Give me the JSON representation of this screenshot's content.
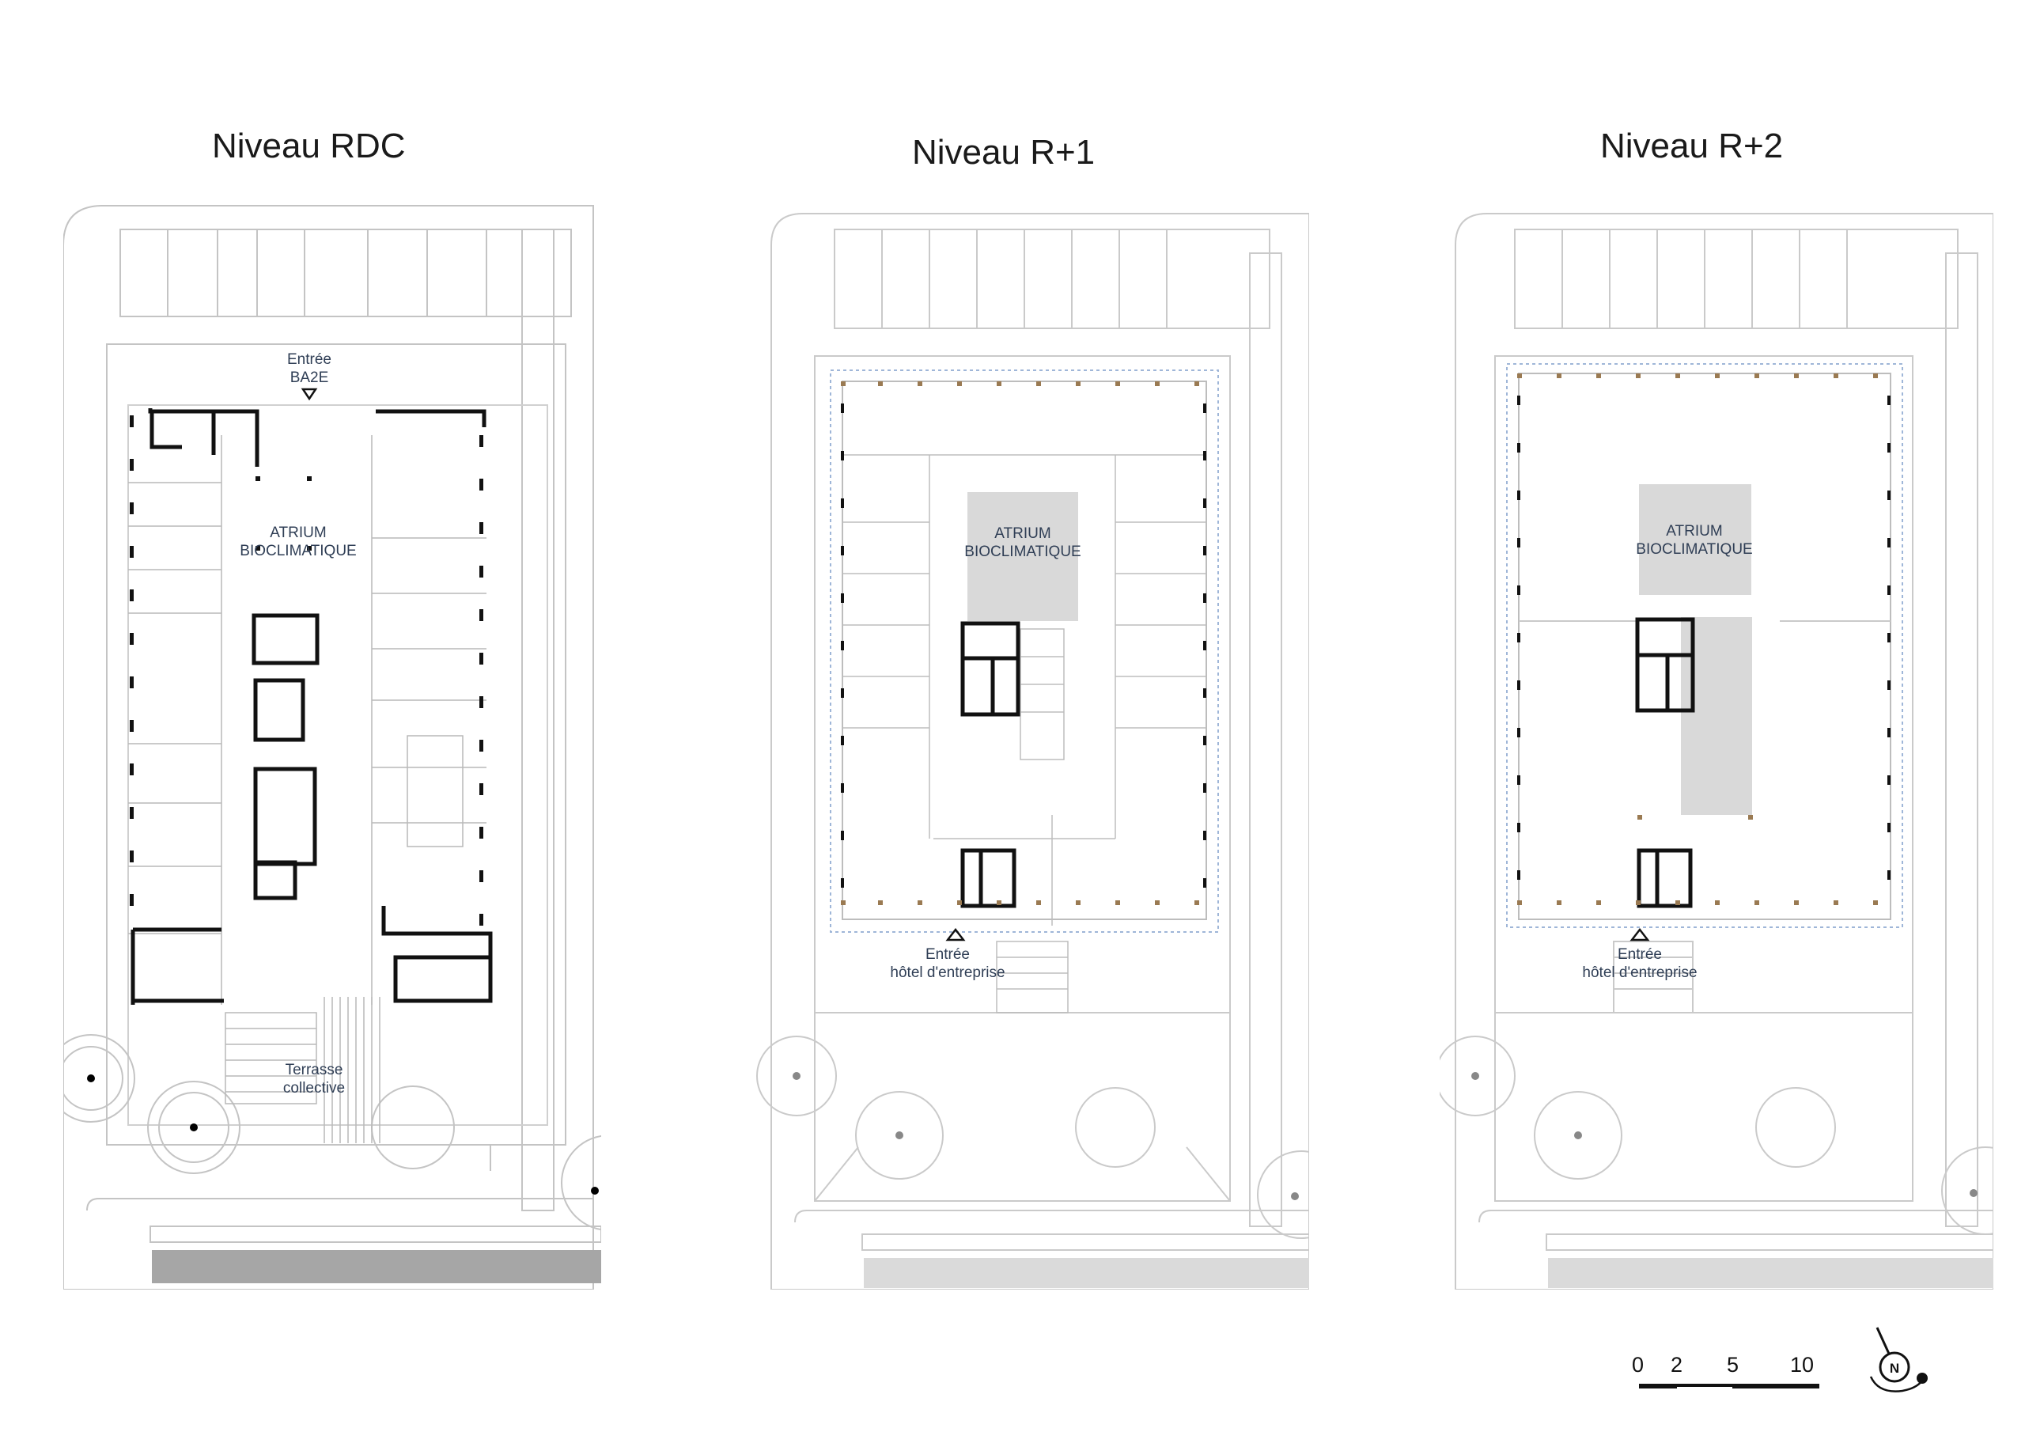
{
  "plans": [
    {
      "id": "rdc",
      "title": "Niveau RDC",
      "entrance": [
        "Entrée",
        "BA2E"
      ],
      "atrium": [
        "ATRIUM",
        "BIOCLIMATIQUE"
      ],
      "terrace": [
        "Terrasse",
        "collective"
      ]
    },
    {
      "id": "r1",
      "title": "Niveau R+1",
      "atrium": [
        "ATRIUM",
        "BIOCLIMATIQUE"
      ],
      "entrance": [
        "Entrée",
        "hôtel d'entreprise"
      ]
    },
    {
      "id": "r2",
      "title": "Niveau R+2",
      "atrium": [
        "ATRIUM",
        "BIOCLIMATIQUE"
      ],
      "entrance": [
        "Entrée",
        "hôtel d'entreprise"
      ]
    }
  ],
  "scale_bar": {
    "ticks": [
      "0",
      "2",
      "5",
      "10"
    ]
  },
  "north_arrow": {
    "letter": "N",
    "icon": "north-arrow-icon"
  },
  "colors": {
    "wall": "#111111",
    "light_line": "#bdbdbd",
    "atrium_fill": "#d9d9d9",
    "label": "#2f3e55"
  }
}
